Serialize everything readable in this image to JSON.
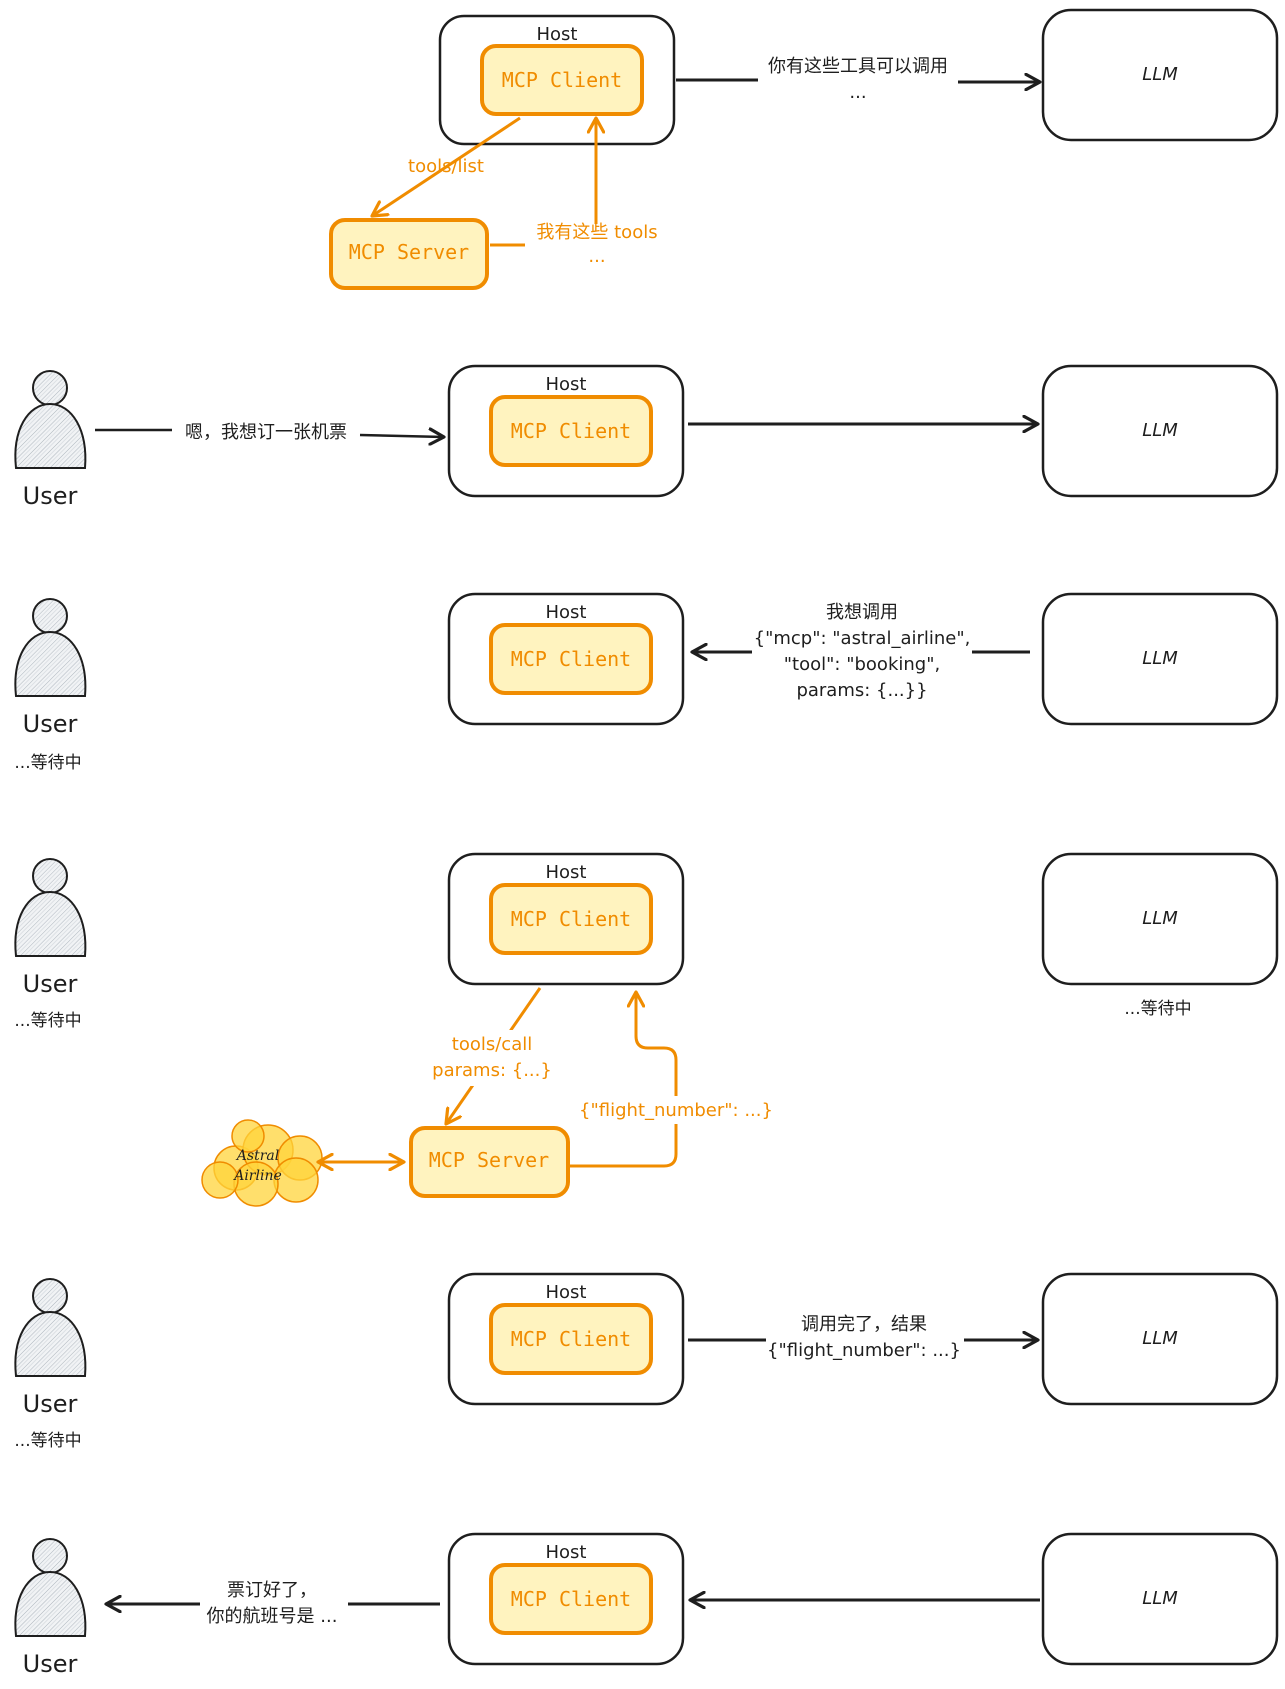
{
  "colors": {
    "ink": "#1e1e1e",
    "accent": "#f08c00",
    "accent_fill": "#fff3bf",
    "user_fill": "#e9ecef",
    "cloud_fill": "#ffd43b"
  },
  "labels": {
    "host": "Host",
    "mcp_client": "MCP Client",
    "mcp_server": "MCP Server",
    "llm": "LLM",
    "user": "User",
    "waiting": "...等待中"
  },
  "step1": {
    "host_to_llm_line1": "你有这些工具可以调用",
    "host_to_llm_line2": "...",
    "tools_list": "tools/list",
    "server_reply_line1": "我有这些 tools",
    "server_reply_line2": "..."
  },
  "step2": {
    "user_message": "嗯，我想订一张机票"
  },
  "step3": {
    "llm_line1": "我想调用",
    "llm_line2": "{\"mcp\": \"astral_airline\",",
    "llm_line3": "\"tool\": \"booking\",",
    "llm_line4": "params: {...}}"
  },
  "step4": {
    "tools_call_line1": "tools/call",
    "tools_call_line2": "params: {...}",
    "server_result": "{\"flight_number\": ...}",
    "cloud_line1": "Astral",
    "cloud_line2": "Airline"
  },
  "step5": {
    "result_line1": "调用完了，结果",
    "result_line2": "{\"flight_number\": ...}"
  },
  "step6": {
    "reply_line1": "票订好了，",
    "reply_line2": "你的航班号是 ..."
  }
}
